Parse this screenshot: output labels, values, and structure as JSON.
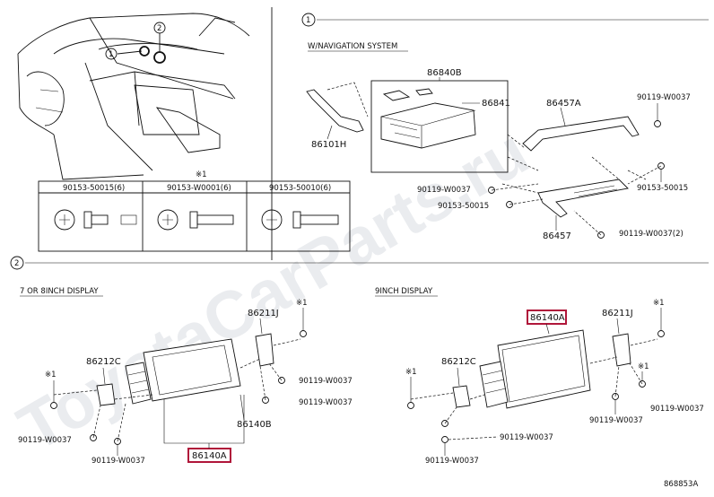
{
  "watermark": "ToyotaCarParts.ru",
  "section1": {
    "number": "1",
    "header": "W/NAVIGATION SYSTEM",
    "parts": {
      "p86840B": "86840B",
      "p86841": "86841",
      "p86101H": "86101H",
      "p86457A": "86457A",
      "p86457": "86457",
      "p90119_top": "90119-W0037",
      "p90119_left": "90119-W0037",
      "p90153_right": "90153-50015",
      "p90153_left": "90153-50015",
      "p90119_bottom": "90119-W0037(2)"
    }
  },
  "overview": {
    "callout1": "1",
    "callout2": "2"
  },
  "fastener_table": {
    "note": "※1",
    "columns": [
      "90153-50015(6)",
      "90153-W0001(6)",
      "90153-50010(6)"
    ]
  },
  "section2": {
    "number": "2",
    "left": {
      "header": "7 OR 8INCH DISPLAY",
      "parts": {
        "p86211J": "86211J",
        "p86212C": "86212C",
        "p86140B": "86140B",
        "p86140A": "86140A",
        "p90119_r1": "90119-W0037",
        "p90119_r2": "90119-W0037",
        "p90119_l1": "90119-W0037",
        "p90119_l2": "90119-W0037",
        "note_a": "※1",
        "note_b": "※1"
      }
    },
    "right": {
      "header": "9INCH DISPLAY",
      "parts": {
        "p86140A": "86140A",
        "p86211J": "86211J",
        "p86212C": "86212C",
        "p90119_r1": "90119-W0037",
        "p90119_r2": "90119-W0037",
        "p90119_l1": "90119-W0037",
        "p90119_l2": "90119-W0037",
        "note_a": "※1",
        "note_b": "※1"
      }
    }
  },
  "figure_code": "868853A",
  "colors": {
    "highlight": "#b0163a",
    "ink": "#111111",
    "watermark": "#d9dde2"
  }
}
